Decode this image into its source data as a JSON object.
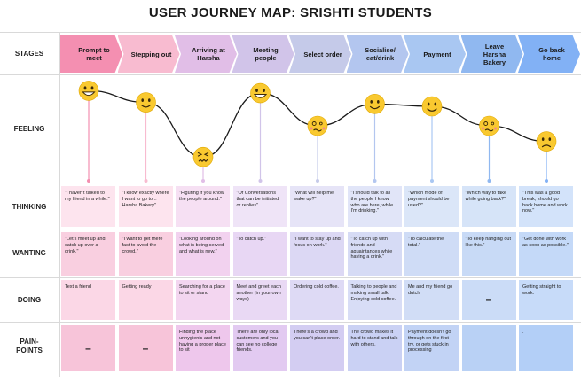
{
  "title": "USER JOURNEY MAP: SRISHTI STUDENTS",
  "row_labels": {
    "stages": "STAGES",
    "feeling": "FEELING",
    "thinking": "THINKING",
    "wanting": "WANTING",
    "doing": "DOING",
    "pain_line1": "PAIN-",
    "pain_line2": "POINTS"
  },
  "stages": [
    {
      "label": "Prompt to meet",
      "color": "#f48fb1",
      "feeling": "grinning",
      "feeling_level": 0.95,
      "thinking": "\"I haven't talked to my friend in a while.\"",
      "wanting": "\"Let's meet up and catch up over a drink.\"",
      "doing": "Text a friend",
      "pain": "–"
    },
    {
      "label": "Stepping out",
      "color": "#f8bbd0",
      "feeling": "smiling",
      "feeling_level": 0.8,
      "thinking": "\"I know exactly where I want to go to... Harsha Bakery\"",
      "wanting": "\"I want to get there fast to avoid the crowd.\"",
      "doing": "Getting ready",
      "pain": "–"
    },
    {
      "label": "Arriving at Harsha",
      "color": "#e1bee7",
      "feeling": "confounded",
      "feeling_level": 0.1,
      "thinking": "\"Figuring if you know the people around.\"",
      "wanting": "\"Looking around on what is being served and what is new.\"",
      "doing": "Searching for a place to sit or stand",
      "pain": "Finding the place unhygienic and not having a proper place to sit"
    },
    {
      "label": "Meeting people",
      "color": "#d1c4e9",
      "feeling": "grinning",
      "feeling_level": 0.92,
      "thinking": "\"Of Conversations that can be initiated or replies\"",
      "wanting": "\"To catch up.\"",
      "doing": "Meet and greet each another (in your own ways)",
      "pain": "There are only local customers and you can see no college friends."
    },
    {
      "label": "Select order",
      "color": "#c5cae9",
      "feeling": "woozy",
      "feeling_level": 0.5,
      "thinking": "\"What will help me wake up?\"",
      "wanting": "\"I want to stay up and focus on work.\"",
      "doing": "Ordering cold coffee.",
      "pain": "There's a crowd and you can't place order."
    },
    {
      "label": "Socialise/ eat/drink",
      "color": "#b3c6ef",
      "feeling": "smiling",
      "feeling_level": 0.78,
      "thinking": "\"I should talk to all the people I know who are here, while I'm drinking.\"",
      "wanting": "\"To catch up with friends and aquaintances while having a drink.\"",
      "doing": "Talking to people and making small talk. Enjoying cold coffee.",
      "pain": "The crowd makes it hard to stand and talk with others."
    },
    {
      "label": "Payment",
      "color": "#a9c7f2",
      "feeling": "smiling",
      "feeling_level": 0.75,
      "thinking": "\"Which mode of payment should be used?\"",
      "wanting": "\"To calculate the total.\"",
      "doing": "Me and my friend go dutch",
      "pain": "Payment doesn't go through on the first try, or gets stuck in processing"
    },
    {
      "label": "Leave Harsha Bakery",
      "color": "#90b8f0",
      "feeling": "woozy",
      "feeling_level": 0.5,
      "thinking": "\"Which way to take while going back?\"",
      "wanting": "\"To keep hanging out like this.\"",
      "doing": "–",
      "pain": ""
    },
    {
      "label": "Go back home",
      "color": "#82b1f5",
      "feeling": "frowning",
      "feeling_level": 0.3,
      "thinking": "\"This was a good break, should go back home and work now.\"",
      "wanting": "\"Get done with work as soon as possible.\"",
      "doing": "Getting straight to work.",
      "pain": "."
    }
  ],
  "sticky_colors": {
    "thinking": [
      "#fde4ee",
      "#fde4ee",
      "#f6e0f3",
      "#efe4f7",
      "#e6e4f7",
      "#e1e5f8",
      "#dbe6f8",
      "#d6e4f8",
      "#d3e3fa"
    ],
    "wanting": [
      "#f9cfe0",
      "#f9cfe0",
      "#f2d2ef",
      "#e8d7f4",
      "#dcd8f4",
      "#d6dbf5",
      "#cfdcf6",
      "#c8daf6",
      "#c4d9f8"
    ],
    "doing": [
      "#fbd7e6",
      "#fbd7e6",
      "#f3d6f0",
      "#e9d9f4",
      "#dedaf5",
      "#d8ddf6",
      "#d1ddf6",
      "#cbdcf7",
      "#c7dbf9"
    ],
    "pain": [
      "#f7c4d9",
      "#f7c4d9",
      "#eec7ec",
      "#e2caf1",
      "#d3cdf2",
      "#cad1f4",
      "#c2d3f5",
      "#b9d1f5",
      "#b3cff7"
    ]
  },
  "stick_color": "#f3a8c4"
}
